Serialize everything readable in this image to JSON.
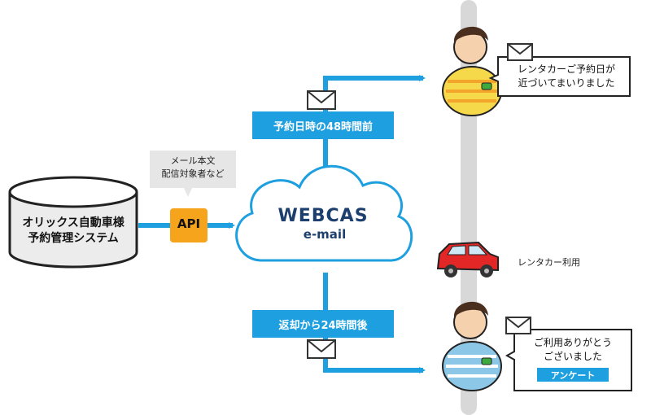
{
  "system": {
    "name_line1": "オリックス自動車様",
    "name_line2": "予約管理システム"
  },
  "note": {
    "line1": "メール本文",
    "line2": "配信対象者など"
  },
  "api_label": "API",
  "service": {
    "brand": "WEBCAS",
    "product": "e-mail"
  },
  "triggers": {
    "before": "予約日時の48時間前",
    "after": "返却から24時間後"
  },
  "messages": {
    "reminder_line1": "レンタカーご予約日が",
    "reminder_line2": "近づいてまいりました",
    "thanks_line1": "ご利用ありがとう",
    "thanks_line2": "ございました",
    "survey_button": "アンケート"
  },
  "car_label": "レンタカー利用",
  "colors": {
    "arrow": "#1e9fe0",
    "api_box": "#f5a41c",
    "brand": "#1c3f6e",
    "timeline": "#d8d8d8",
    "car": "#e32626"
  }
}
